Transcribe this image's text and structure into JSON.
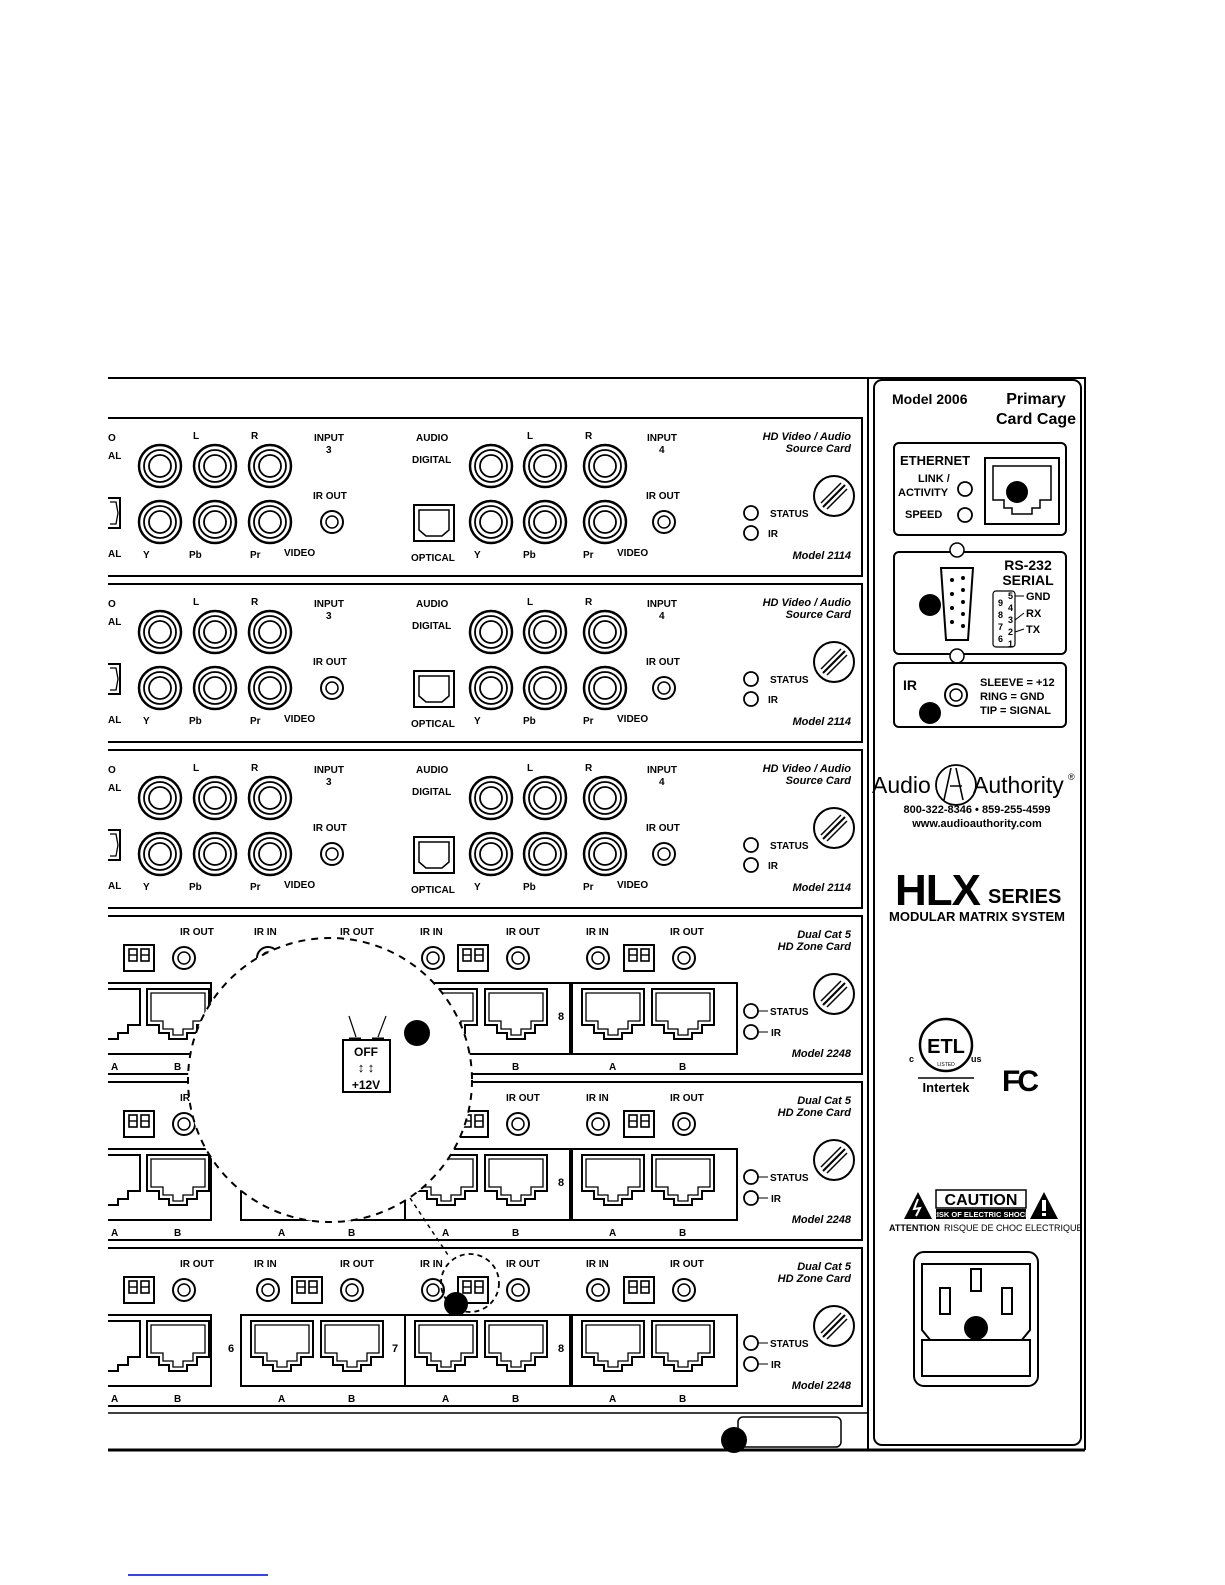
{
  "source_cards": [
    {
      "input3_label": "INPUT",
      "input3_num": "3",
      "input4_label": "INPUT",
      "input4_num": "4",
      "audio": "AUDIO",
      "digital": "DIGITAL",
      "optical": "OPTICAL",
      "ir_out": "IR OUT",
      "status": "STATUS",
      "ir": "IR",
      "L": "L",
      "R": "R",
      "Y": "Y",
      "Pb": "Pb",
      "Pr": "Pr",
      "video": "VIDEO",
      "title1": "HD Video / Audio",
      "title2": "Source Card",
      "model": "Model 2114",
      "left_top": "AL",
      "left_bot": "AL",
      "left_O": "O"
    },
    {
      "input3_label": "INPUT",
      "input3_num": "3",
      "input4_label": "INPUT",
      "input4_num": "4",
      "audio": "AUDIO",
      "digital": "DIGITAL",
      "optical": "OPTICAL",
      "ir_out": "IR OUT",
      "status": "STATUS",
      "ir": "IR",
      "L": "L",
      "R": "R",
      "Y": "Y",
      "Pb": "Pb",
      "Pr": "Pr",
      "video": "VIDEO",
      "title1": "HD Video / Audio",
      "title2": "Source Card",
      "model": "Model 2114",
      "left_top": "AL",
      "left_bot": "AL",
      "left_O": "O"
    },
    {
      "input3_label": "INPUT",
      "input3_num": "3",
      "input4_label": "INPUT",
      "input4_num": "4",
      "audio": "AUDIO",
      "digital": "DIGITAL",
      "optical": "OPTICAL",
      "ir_out": "IR OUT",
      "status": "STATUS",
      "ir": "IR",
      "L": "L",
      "R": "R",
      "Y": "Y",
      "Pb": "Pb",
      "Pr": "Pr",
      "video": "VIDEO",
      "title1": "HD Video / Audio",
      "title2": "Source Card",
      "model": "Model 2114",
      "left_top": "AL",
      "left_bot": "AL",
      "left_O": "O"
    }
  ],
  "zone_cards": [
    {
      "ir_in": "IR IN",
      "ir_out": "IR OUT",
      "title1": "Dual Cat 5",
      "title2": "HD Zone Card",
      "model": "Model 2248",
      "status": "STATUS",
      "ir": "IR",
      "A": "A",
      "B": "B",
      "ports": [
        "",
        "",
        "",
        "8"
      ]
    },
    {
      "ir_in": "IR IN",
      "ir_out": "IR OUT",
      "title1": "Dual Cat 5",
      "title2": "HD Zone Card",
      "model": "Model 2248",
      "status": "STATUS",
      "ir": "IR",
      "A": "A",
      "B": "B",
      "ports": [
        "",
        "",
        "",
        "8"
      ]
    },
    {
      "ir_in": "IR IN",
      "ir_out": "IR OUT",
      "title1": "Dual Cat 5",
      "title2": "HD Zone Card",
      "model": "Model 2248",
      "status": "STATUS",
      "ir": "IR",
      "A": "A",
      "B": "B",
      "ports": [
        "",
        "6",
        "7",
        "8"
      ]
    }
  ],
  "zoom": {
    "off": "OFF",
    "arrows": "↕ ↕",
    "v12": "+12V",
    "ir_out": "IR OUT",
    "ir_in": "IR IN"
  },
  "cage": {
    "model": "Model 2006",
    "title1": "Primary",
    "title2": "Card Cage",
    "ethernet": "ETHERNET",
    "link1": "LINK /",
    "link2": "ACTIVITY",
    "speed": "SPEED",
    "rs232": "RS-232",
    "serial": "SERIAL",
    "pins_left": [
      "9",
      "8",
      "7",
      "6"
    ],
    "pins_right": [
      "5",
      "4",
      "3",
      "2",
      "1"
    ],
    "gnd": "GND",
    "rx": "RX",
    "tx": "TX",
    "ir": "IR",
    "sleeve": "SLEEVE = +12",
    "ring": "RING = GND",
    "tip": "TIP = SIGNAL",
    "brand_left": "Audio",
    "brand_right": "Authority",
    "reg": "®",
    "phone": "800-322-8346 • 859-255-4599",
    "web": "www.audioauthority.com",
    "hlx": "HLX",
    "series": "SERIES",
    "modular": "MODULAR MATRIX SYSTEM",
    "etl": "ETL",
    "etl_c": "c",
    "etl_us": "us",
    "listed": "LISTED",
    "intertek": "Intertek",
    "fc": "FC",
    "caution": "CAUTION",
    "risk": "RISK OF ELECTRIC SHOCK",
    "attention": "ATTENTION",
    "risque": "RISQUE DE CHOC ELECTRIQUE"
  }
}
